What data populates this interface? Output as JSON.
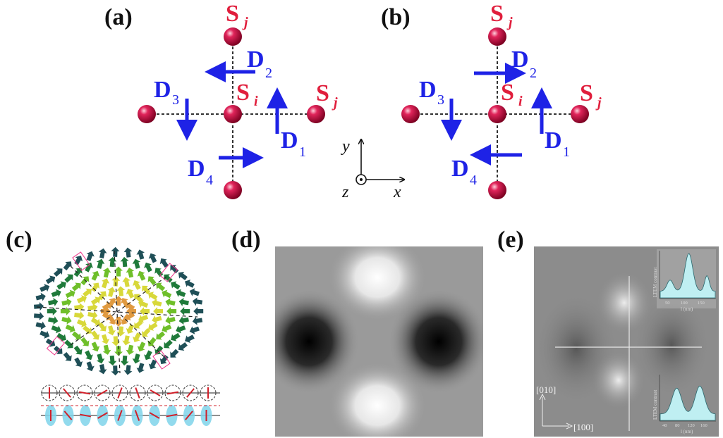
{
  "panels": {
    "a": {
      "label": "(a)",
      "sites": {
        "Sj_top": "S",
        "Sj_right": "S",
        "Si": "S",
        "sub_j": "j",
        "sub_i": "i"
      },
      "vectors": {
        "D1": "D",
        "D2": "D",
        "D3": "D",
        "D4": "D",
        "n1": "1",
        "n2": "2",
        "n3": "3",
        "n4": "4"
      }
    },
    "b": {
      "label": "(b)",
      "sites": {
        "Sj_top": "S",
        "Sj_right": "S",
        "Si": "S",
        "sub_j": "j",
        "sub_i": "i"
      },
      "vectors": {
        "D1": "D",
        "D2": "D",
        "D3": "D",
        "D4": "D",
        "n1": "1",
        "n2": "2",
        "n3": "3",
        "n4": "4"
      }
    },
    "axes": {
      "x": "x",
      "y": "y",
      "z": "z"
    },
    "c": {
      "label": "(c)"
    },
    "d": {
      "label": "(d)"
    },
    "e": {
      "label": "(e)",
      "dir_010": "[010]",
      "dir_100": "[100]",
      "inset_top": {
        "ylabel": "LTEM contrast",
        "xlabel": "l (nm)",
        "ticks": [
          "50",
          "100",
          "150"
        ]
      },
      "inset_bottom": {
        "ylabel": "LTEM contrast",
        "xlabel": "l (nm)",
        "ticks": [
          "40",
          "80",
          "120",
          "160"
        ]
      }
    }
  },
  "colors": {
    "spin": "#c8184a",
    "label_red": "#e01e3c",
    "dm_blue": "#1e22e6",
    "inset_fill": "#bfeff2"
  }
}
